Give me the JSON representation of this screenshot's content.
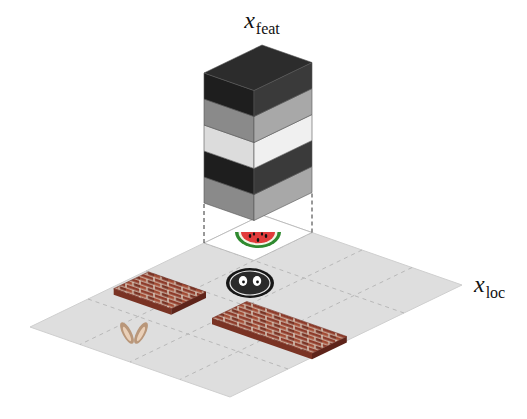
{
  "diagram": {
    "labels": [
      "x",
      "feat",
      "x",
      "loc"
    ]
  }
}
